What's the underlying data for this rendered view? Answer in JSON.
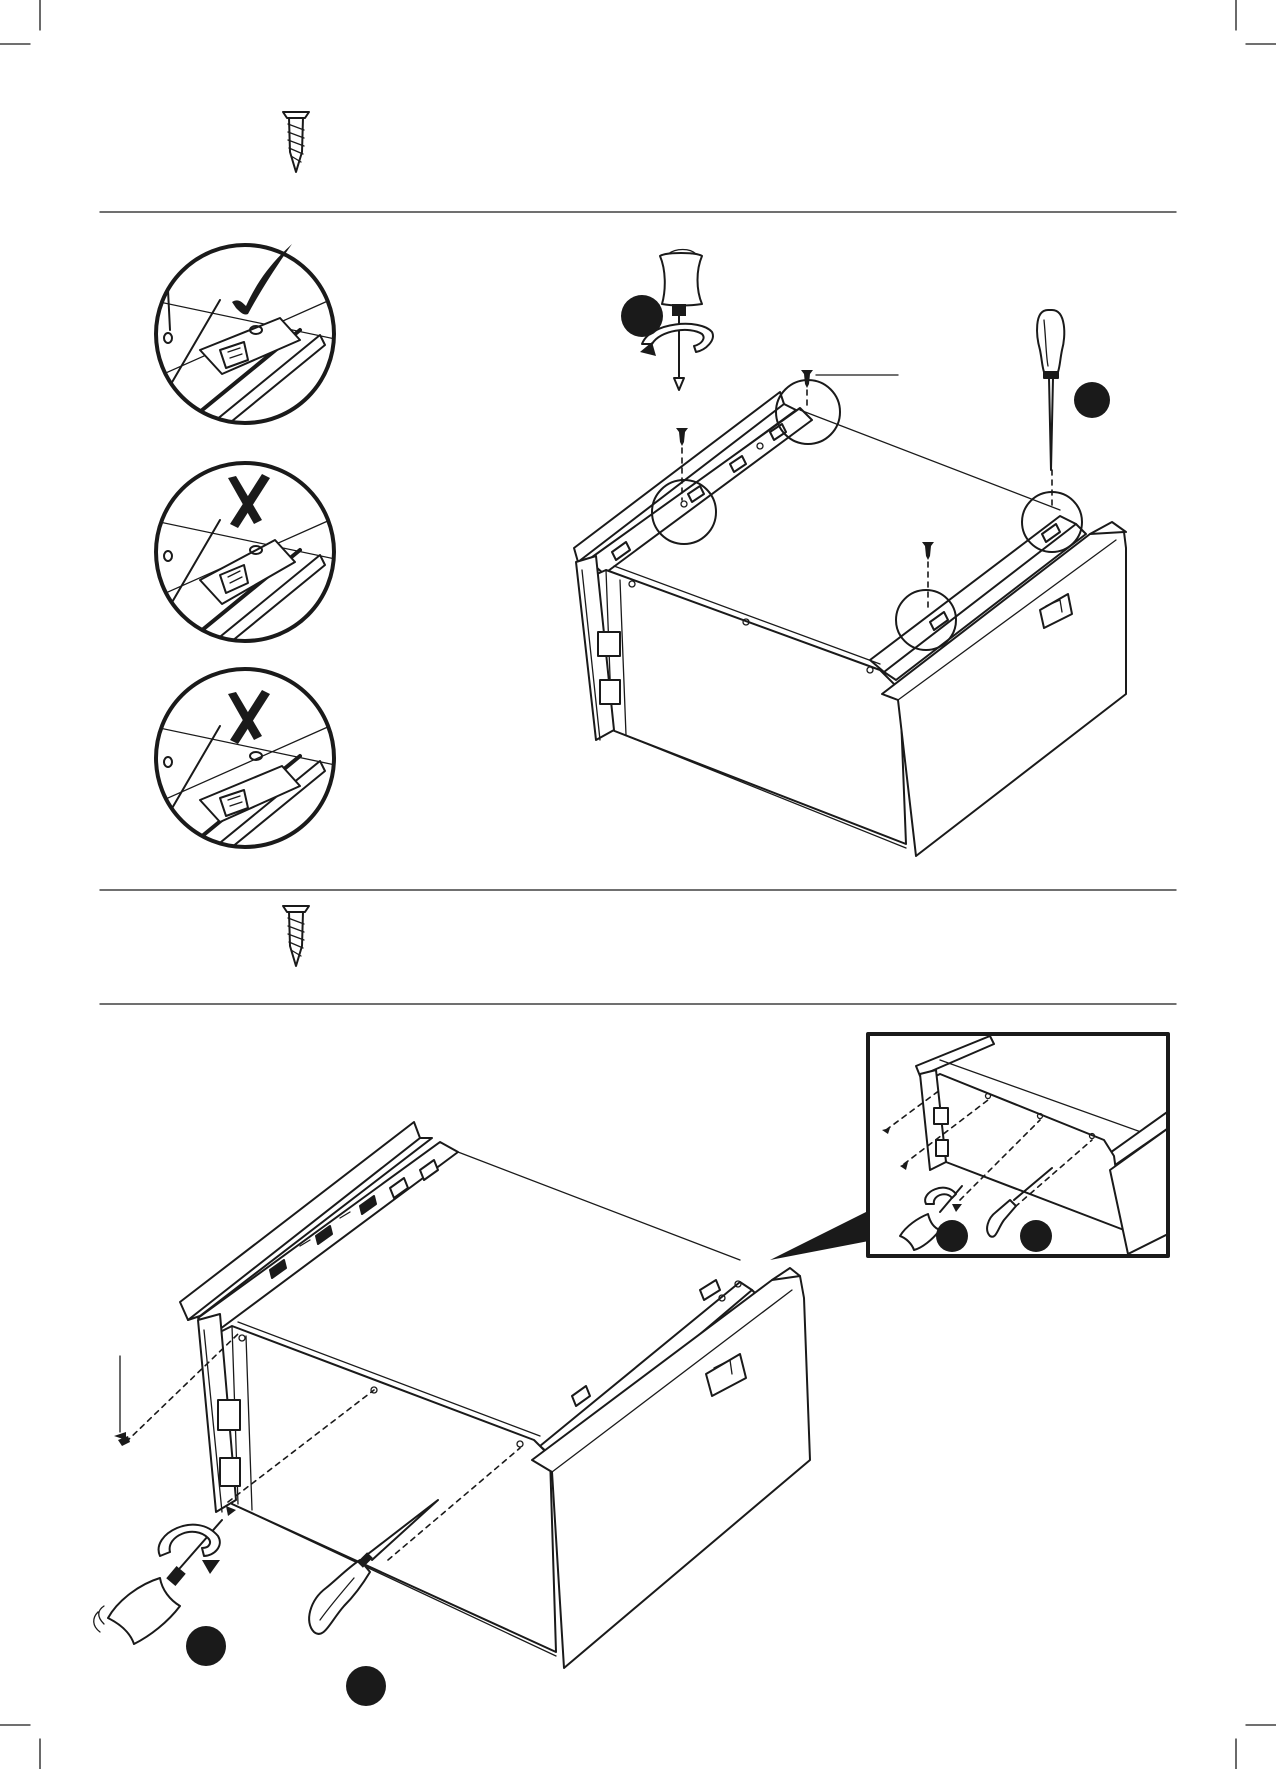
{
  "page": {
    "background": "#ffffff",
    "ink": "#1a1a1a"
  },
  "icons": {
    "screw": "screw-icon",
    "check": "check-mark-icon",
    "cross": "cross-mark-icon",
    "screwdriver": "phillips-screwdriver-icon",
    "awl": "awl-icon",
    "badge": "step-marker-badge"
  },
  "sections": [
    {
      "name": "step-a",
      "screw_icon": "screw-icon"
    },
    {
      "name": "step-b",
      "screw_icon": "screw-icon"
    }
  ],
  "rail_checks": [
    {
      "status": "correct",
      "mark": "check-mark-icon"
    },
    {
      "status": "incorrect",
      "mark": "cross-mark-icon"
    },
    {
      "status": "incorrect",
      "mark": "cross-mark-icon"
    }
  ]
}
